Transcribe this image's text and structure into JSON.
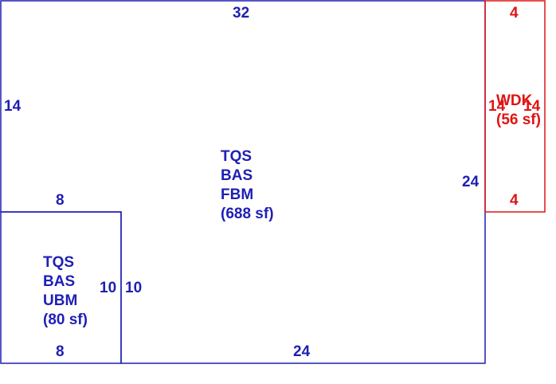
{
  "colors": {
    "main_outline": "#1f1fb4",
    "deck_outline": "#e01414",
    "background": "#ffffff"
  },
  "main_area": {
    "lines": [
      "TQS",
      "BAS",
      "FBM",
      "(688 sf)"
    ],
    "dim_top": "32",
    "dim_left": "14",
    "dim_right": "24",
    "dim_bottom": "24"
  },
  "basement_area": {
    "lines": [
      "TQS",
      "BAS",
      "UBM",
      "(80 sf)"
    ],
    "dim_top": "8",
    "dim_bottom": "8",
    "dim_right_inner": "10",
    "dim_right_outer": "10"
  },
  "deck_area": {
    "lines": [
      "WDK",
      "(56 sf)"
    ],
    "dim_top": "4",
    "dim_bottom": "4",
    "dim_left": "14",
    "dim_right": "14"
  }
}
